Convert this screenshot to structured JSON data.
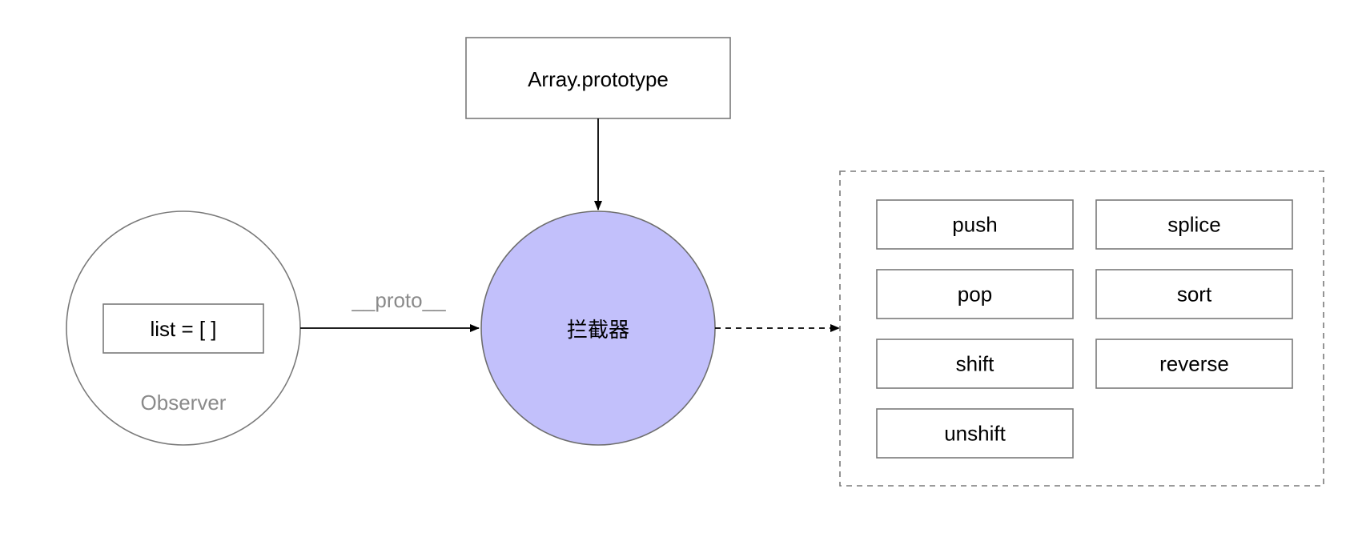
{
  "nodes": {
    "array_prototype": "Array.prototype",
    "observer": "Observer",
    "list": "list = [ ]",
    "interceptor": "拦截器"
  },
  "edges": {
    "proto_label": "__proto__"
  },
  "methods": [
    "push",
    "splice",
    "pop",
    "sort",
    "shift",
    "reverse",
    "unshift"
  ],
  "colors": {
    "interceptor_fill": "#c2c0fb",
    "stroke": "#7a7a7a",
    "observer_text": "#8a8a8a",
    "arrow": "#000000"
  }
}
